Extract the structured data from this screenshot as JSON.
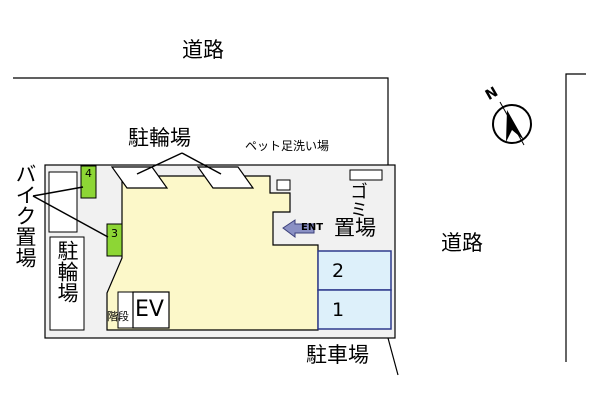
{
  "road_top": "道路",
  "road_right": "道路",
  "parking_lot": "駐車場",
  "bicycle_parking_top": "駐輪場",
  "bicycle_parking_left": "駐輪場",
  "bike_parking": "バイク置場",
  "garbage_area": "ゴミ置場",
  "pet_wash_area": "ペット足洗い場",
  "entrance": "ENT",
  "stairs": "階段",
  "elevator": "EV",
  "north_mark": "N",
  "bike_slots": [
    "4",
    "3"
  ],
  "parking_spaces": [
    "2",
    "1"
  ],
  "colors": {
    "building": "#FCF8C9",
    "site": "#F1F1F1",
    "parking_fill": "#DDF0FA",
    "parking_border": "#2E3A8C",
    "bike_slot": "#8DD635",
    "entrance_arrow": "#8A90C4"
  }
}
